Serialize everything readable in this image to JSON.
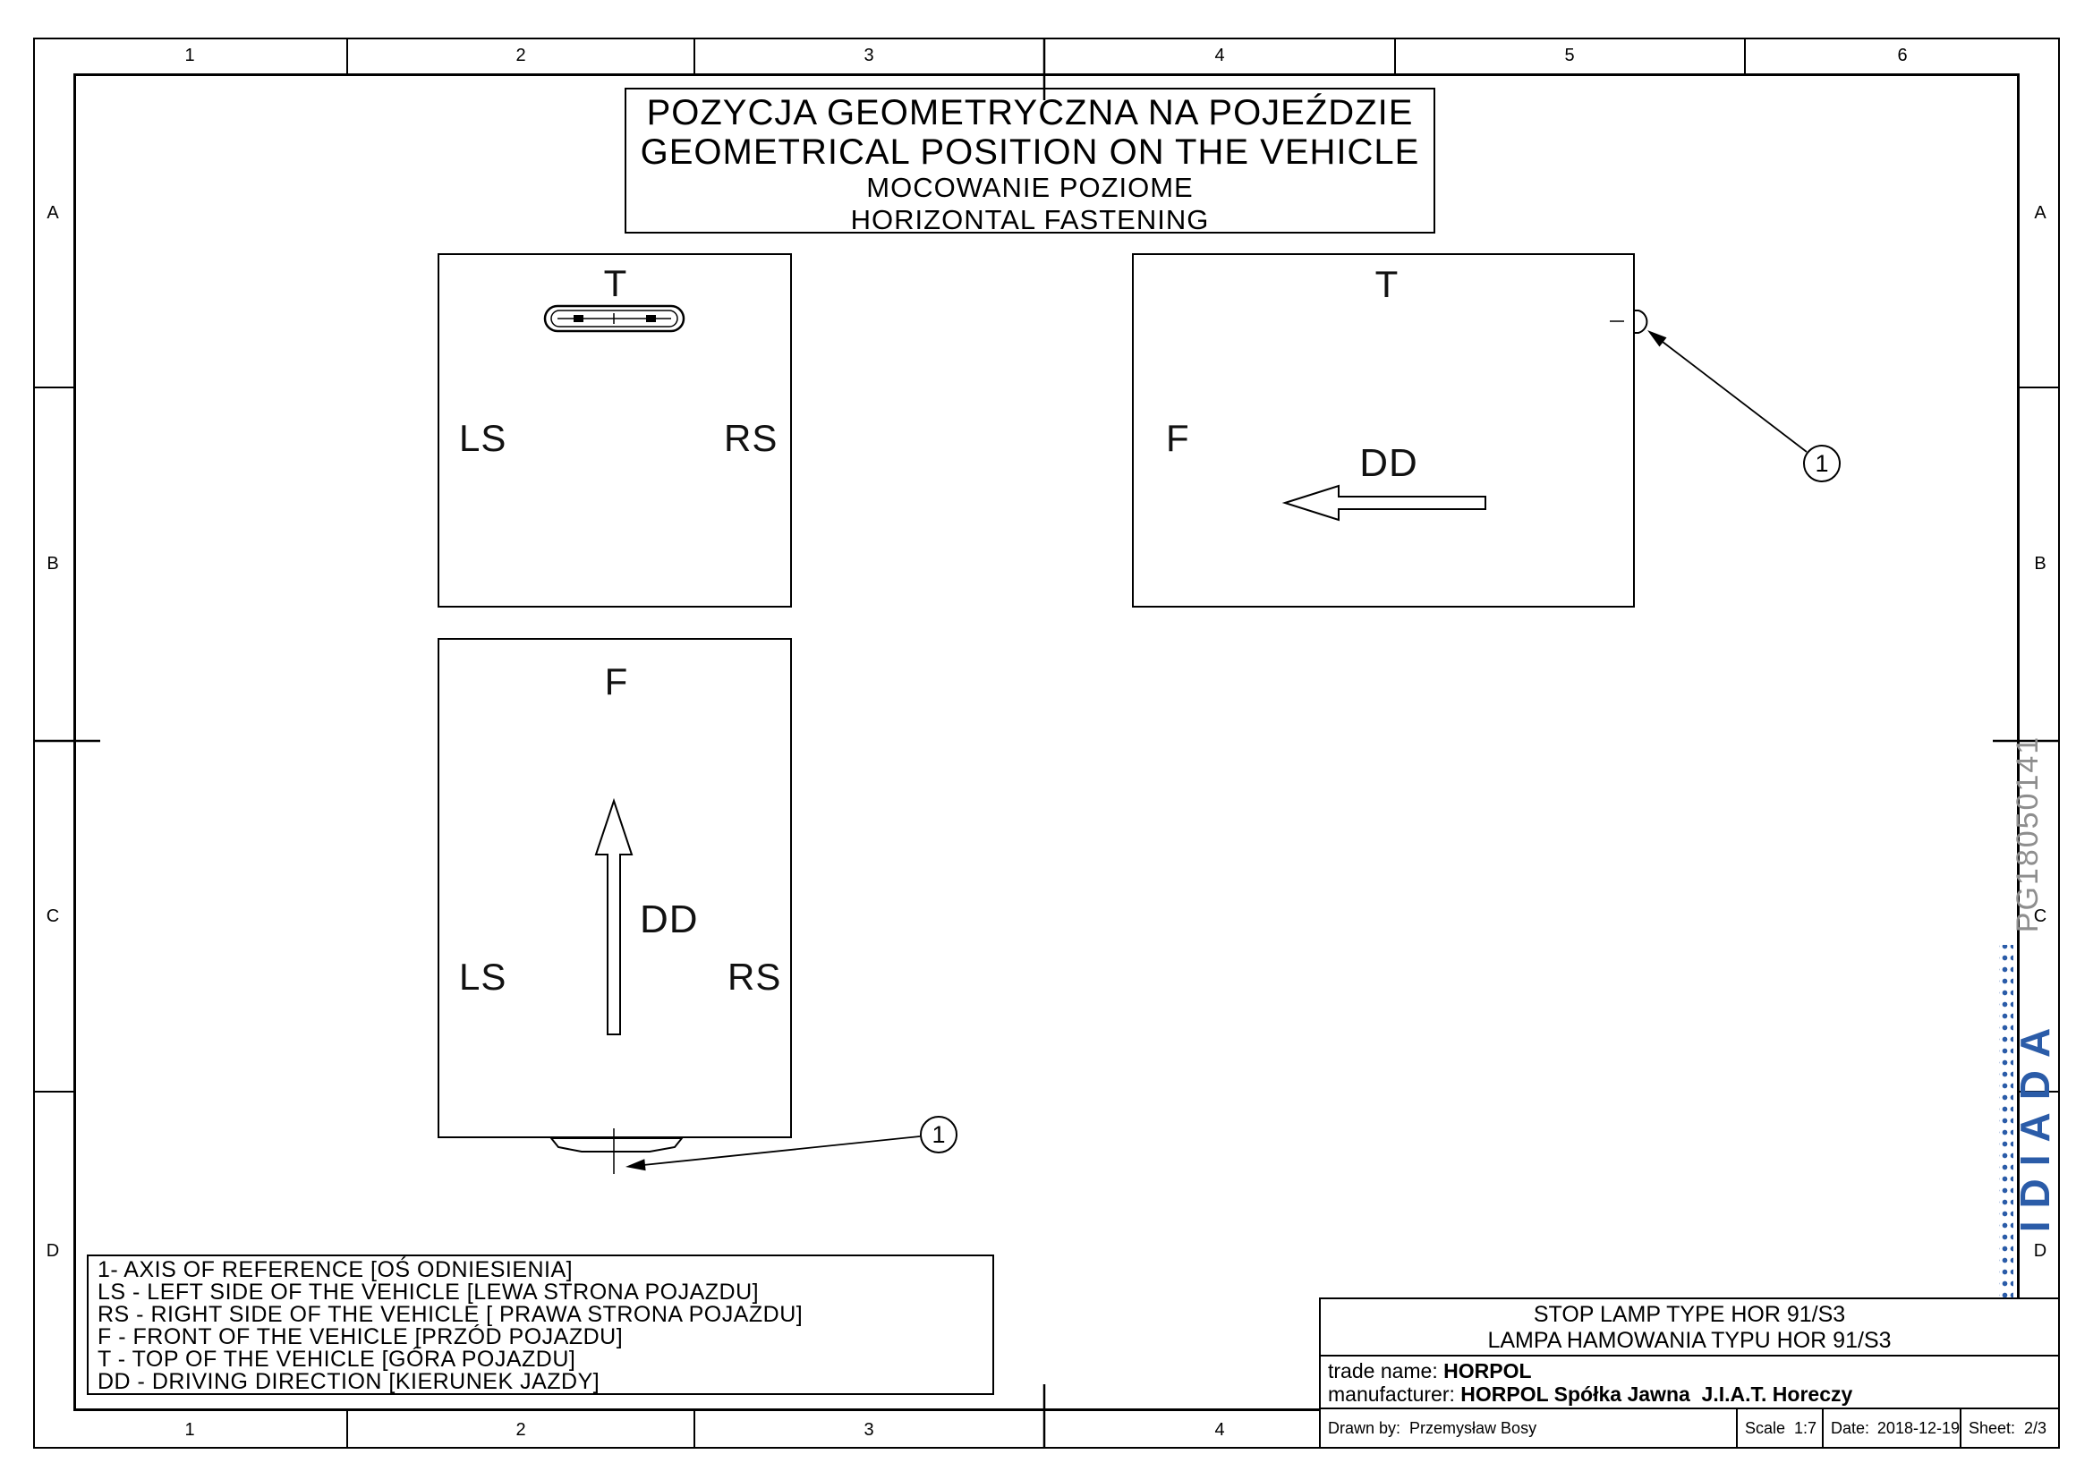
{
  "colors": {
    "line": "#000000",
    "logo_blue": "#2b5ca8",
    "drawing_number_gray": "#8e8e8e"
  },
  "frame": {
    "top_zones": [
      "1",
      "2",
      "3",
      "4",
      "5",
      "6"
    ],
    "bottom_zones": [
      "1",
      "2",
      "3",
      "4"
    ],
    "left_zones": [
      "A",
      "B",
      "C",
      "D"
    ],
    "right_zones": [
      "A",
      "B",
      "C",
      "D"
    ]
  },
  "header": {
    "title_pl": "POZYCJA GEOMETRYCZNA NA POJEŹDZIE",
    "title_en": "GEOMETRICAL POSITION ON THE VEHICLE",
    "subtitle_pl": "MOCOWANIE POZIOME",
    "subtitle_en": "HORIZONTAL FASTENING"
  },
  "views": {
    "top_view": {
      "top_label": "T",
      "left_label": "LS",
      "right_label": "RS"
    },
    "side_view": {
      "top_label": "T",
      "front_label": "F",
      "direction_label": "DD",
      "balloon": "1"
    },
    "front_view": {
      "top_label": "F",
      "left_label": "LS",
      "right_label": "RS",
      "direction_label": "DD",
      "balloon": "1"
    }
  },
  "legend": {
    "lines": [
      "1- AXIS OF REFERENCE [OŚ ODNIESIENIA]",
      "LS - LEFT SIDE OF THE VEHICLE [LEWA STRONA POJAZDU]",
      "RS - RIGHT SIDE OF THE VEHICLE [ PRAWA STRONA POJAZDU]",
      "F - FRONT OF THE VEHICLE [PRZÓD POJAZDU]",
      "T - TOP OF THE VEHICLE [GÓRA POJAZDU]",
      "DD - DRIVING DIRECTION [KIERUNEK JAZDY]"
    ]
  },
  "title_block": {
    "product_en": "STOP LAMP TYPE HOR 91/S3",
    "product_pl": "LAMPA HAMOWANIA TYPU HOR 91/S3",
    "trade_name_label": "trade name:",
    "trade_name": "HORPOL",
    "manufacturer_label": "manufacturer:",
    "manufacturer": "HORPOL Spółka Jawna  J.I.A.T. Horeczy",
    "drawn_by_label": "Drawn by:",
    "drawn_by": "Przemysław Bosy",
    "scale_label": "Scale",
    "scale_value": "1:7",
    "date_label": "Date:",
    "date_value": "2018-12-19",
    "sheet_label": "Sheet:",
    "sheet_value": "2/3"
  },
  "margin": {
    "drawing_number": "PG18050141",
    "logo_text": "IDIADA"
  }
}
